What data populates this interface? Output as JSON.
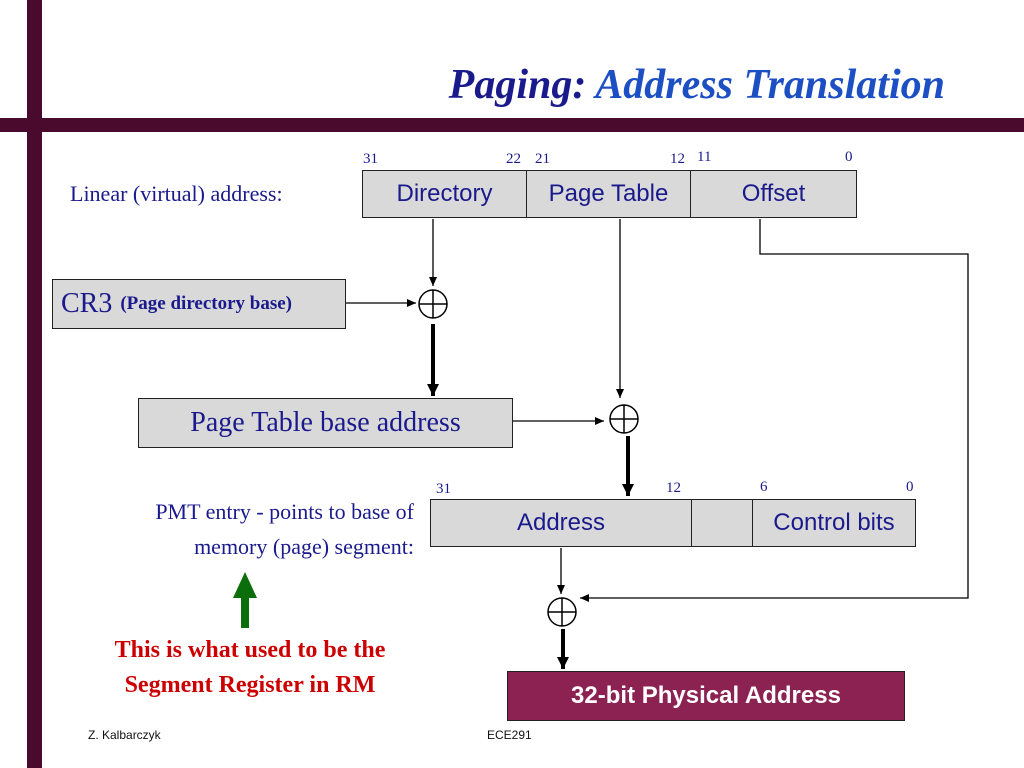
{
  "title": {
    "part1": "Paging:",
    "part2": "Address Translation"
  },
  "linear_label": "Linear (virtual) address:",
  "linear_fields": [
    {
      "label": "Directory"
    },
    {
      "label": "Page Table"
    },
    {
      "label": "Offset"
    }
  ],
  "linear_bits": {
    "b31": "31",
    "b22": "22",
    "b21": "21",
    "b12": "12",
    "b11": "11",
    "b0": "0"
  },
  "cr3": {
    "main": "CR3",
    "sub": "(Page directory base)"
  },
  "pt_base_label": "Page Table base address",
  "pmt_label": {
    "line1": "PMT entry - points to base of",
    "line2": "memory (page) segment:"
  },
  "pmt_fields": {
    "address": "Address",
    "control": "Control bits"
  },
  "pmt_bits": {
    "b31": "31",
    "b12": "12",
    "b6": "6",
    "b0": "0"
  },
  "note": {
    "line1": "This is what used to be the",
    "line2": "Segment Register in RM"
  },
  "physical_label": "32-bit Physical Address",
  "footer": {
    "author": "Z. Kalbarczyk",
    "course": "ECE291"
  },
  "colors": {
    "frame": "#4a0a2e",
    "accent": "#8b2252",
    "note_red": "#cc0000",
    "arrow_green": "#0a6e0a",
    "text_blue": "#1a1a8c"
  }
}
